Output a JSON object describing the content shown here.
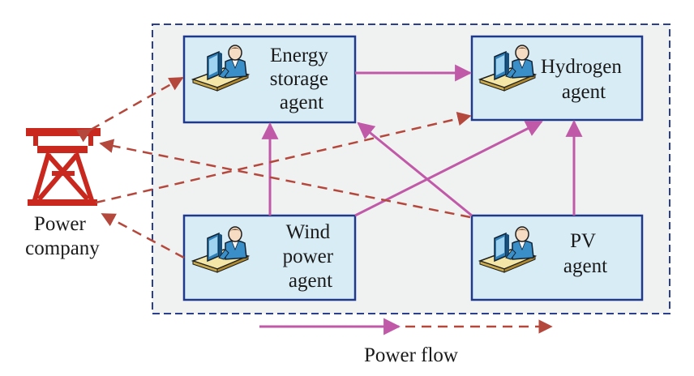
{
  "agents": {
    "energy_storage": {
      "lines": [
        "Energy",
        "storage",
        "agent"
      ]
    },
    "hydrogen": {
      "lines": [
        "Hydrogen",
        "agent"
      ]
    },
    "wind": {
      "lines": [
        "Wind",
        "power",
        "agent"
      ]
    },
    "pv": {
      "lines": [
        "PV",
        "agent"
      ]
    }
  },
  "power_company": {
    "lines": [
      "Power",
      "company"
    ]
  },
  "legend": {
    "label": "Power flow"
  },
  "colors": {
    "solid_flow": "#c05aa8",
    "dashed_flow": "#b5483c",
    "tower": "#c8281e",
    "box_fill": "#d8ecf5",
    "box_border": "#1f3a8c",
    "region_fill": "#f0f1f1",
    "region_border": "#2c3f8c"
  }
}
